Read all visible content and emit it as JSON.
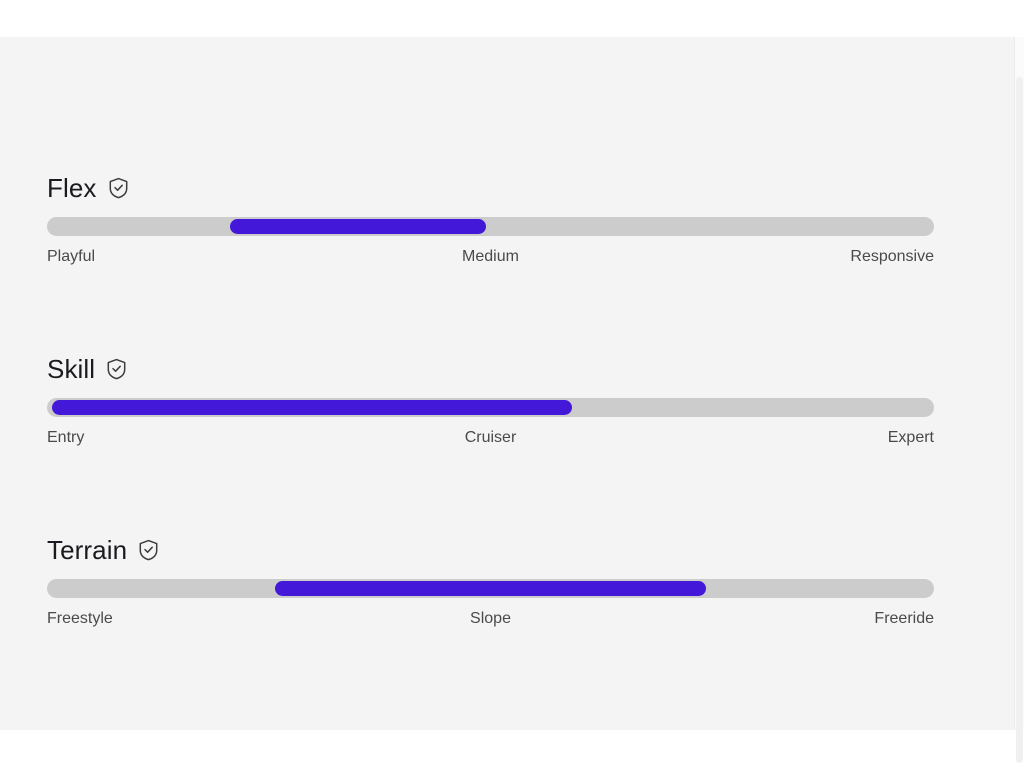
{
  "theme": {
    "page_background": "#ffffff",
    "panel_background": "#f4f4f5",
    "track_color": "#cccccc",
    "range_color": "#4318d8",
    "title_color": "#1b1b1f",
    "label_color": "#4a4a4a"
  },
  "sliders": [
    {
      "title": "Flex",
      "verified_icon": "shield-check-icon",
      "range_start_pct": 20.6,
      "range_end_pct": 49.5,
      "scale": {
        "low": "Playful",
        "mid": "Medium",
        "high": "Responsive"
      }
    },
    {
      "title": "Skill",
      "verified_icon": "shield-check-icon",
      "range_start_pct": 0.6,
      "range_end_pct": 59.2,
      "scale": {
        "low": "Entry",
        "mid": "Cruiser",
        "high": "Expert"
      }
    },
    {
      "title": "Terrain",
      "verified_icon": "shield-check-icon",
      "range_start_pct": 25.7,
      "range_end_pct": 74.3,
      "scale": {
        "low": "Freestyle",
        "mid": "Slope",
        "high": "Freeride"
      }
    }
  ]
}
